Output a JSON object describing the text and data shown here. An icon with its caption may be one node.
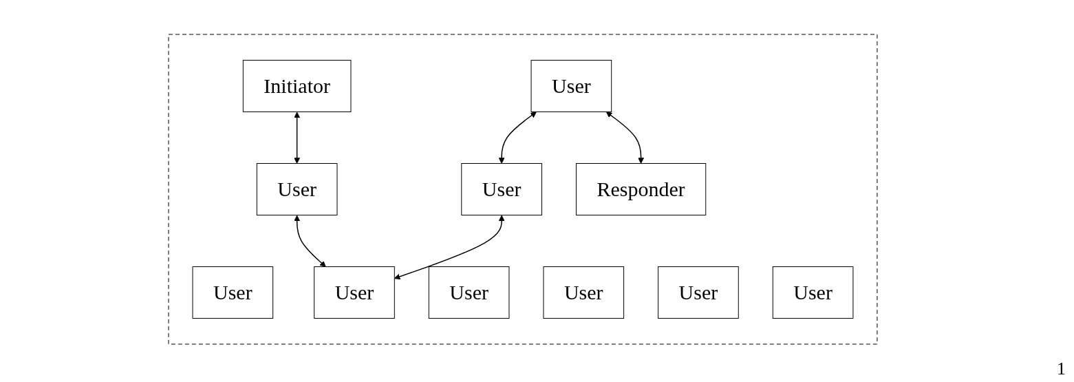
{
  "diagram": {
    "nodes": [
      {
        "text": [],
        "shape": "ellipse"
      },
      {
        "text": [
          "User"
        ],
        "in": 0
      },
      {
        "text": [
          "User"
        ],
        "in": 0
      },
      {
        "text": [
          "User"
        ],
        "in": 0
      },
      {
        "text": [
          "Initiator"
        ],
        "in": 0
      },
      {
        "text": [
          "User"
        ],
        "in": 0
      },
      {
        "text": [
          "User"
        ],
        "in": 0
      },
      {
        "text": [
          "User"
        ],
        "in": 0
      },
      {
        "text": [
          "User"
        ],
        "in": 0
      },
      {
        "text": [
          "User"
        ],
        "in": 0
      },
      {
        "text": [
          "User"
        ],
        "in": 0
      },
      {
        "text": [
          "Responder"
        ],
        "in": 0
      }
    ],
    "edges": [
      {
        "from": 4,
        "to": 3,
        "arrow": "both"
      },
      {
        "from": 3,
        "to": 8,
        "arrow": "both"
      },
      {
        "from": 7,
        "to": 8,
        "arrow": "both"
      },
      {
        "from": 10,
        "to": 7,
        "arrow": "both"
      },
      {
        "from": 10,
        "to": 11,
        "arrow": "both"
      }
    ],
    "labels": [
      "1"
    ]
  }
}
